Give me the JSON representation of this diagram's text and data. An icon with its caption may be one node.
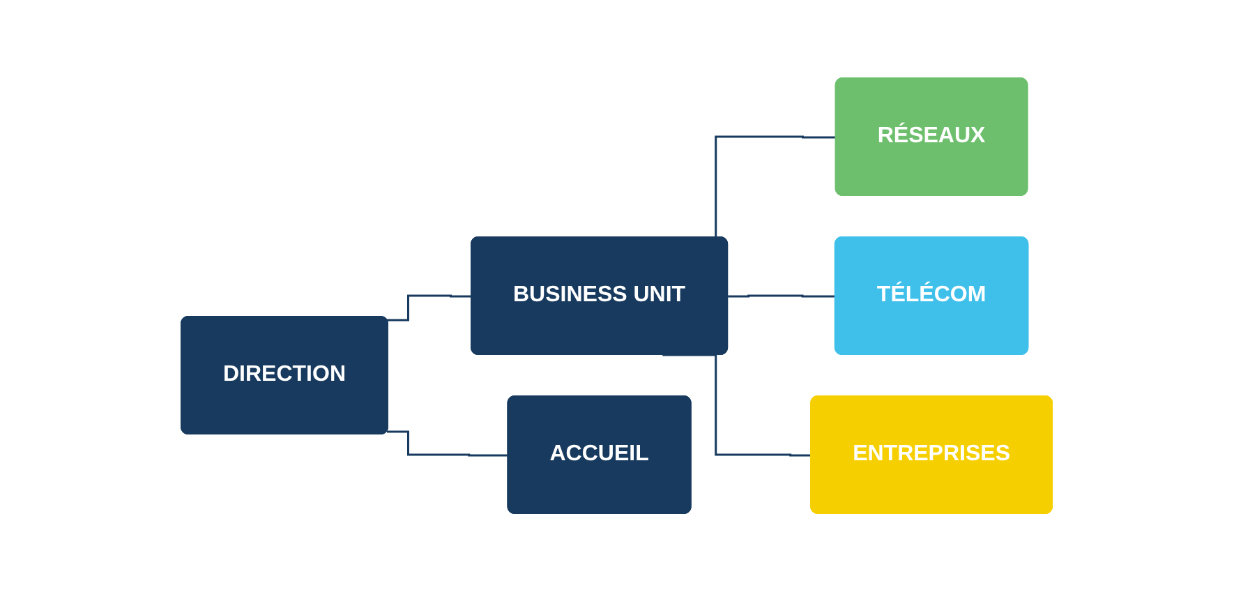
{
  "diagram": {
    "nodes": [
      {
        "text": [
          "DIRECTION"
        ]
      },
      {
        "text": [
          "BUSINESS UNIT"
        ]
      },
      {
        "text": [
          "ACCUEIL"
        ]
      },
      {
        "text": [
          "RÉSEAUX"
        ]
      },
      {
        "text": [
          "TÉLÉCOM"
        ]
      },
      {
        "text": [
          "ENTREPRISES"
        ]
      }
    ],
    "edges": [
      {
        "from": 0,
        "to": 1,
        "arrow": "none"
      },
      {
        "from": 0,
        "to": 2,
        "arrow": "none"
      },
      {
        "from": 1,
        "to": 3,
        "arrow": "none"
      },
      {
        "from": 1,
        "to": 4,
        "arrow": "none"
      },
      {
        "from": 1,
        "to": 5,
        "arrow": "none"
      }
    ]
  }
}
